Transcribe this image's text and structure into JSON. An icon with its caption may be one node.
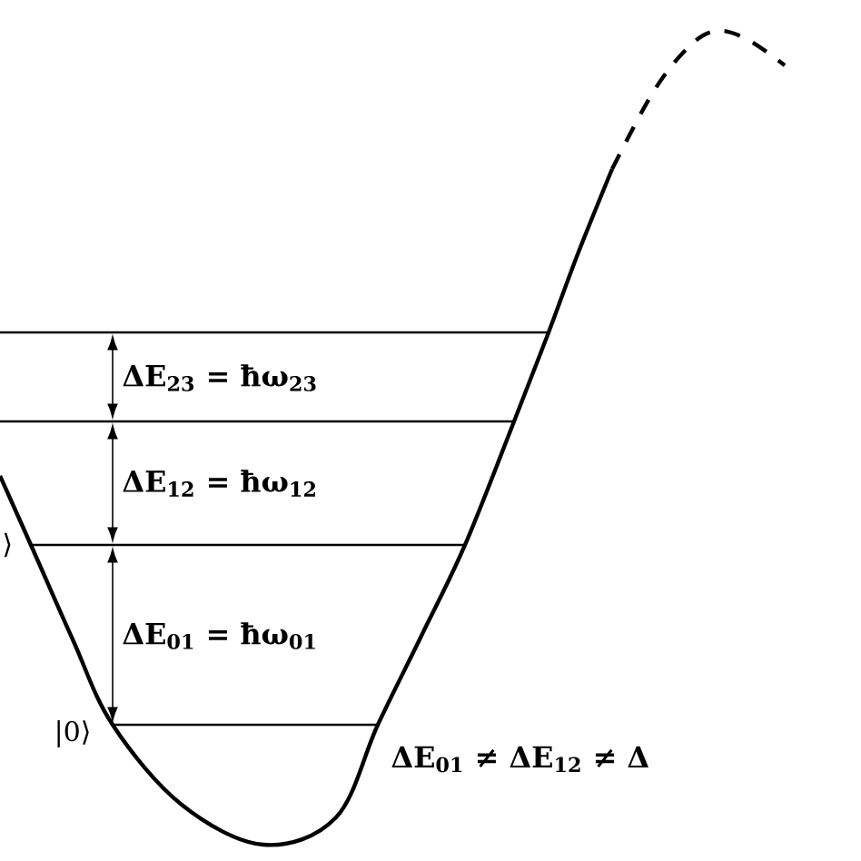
{
  "diagram": {
    "nodes": [
      {
        "text": [],
        "shape": "bar"
      },
      {
        "text": [],
        "shape": "bar"
      },
      {
        "text": [],
        "shape": "bar",
        "beside": [
          "⟩"
        ]
      },
      {
        "text": [],
        "shape": "bar",
        "beside": [
          "|0⟩"
        ]
      }
    ],
    "edges": [
      {
        "from": 0,
        "to": 1,
        "arrow": "both",
        "label": "ΔE$_{23}$ = ħω$_{23}$"
      },
      {
        "from": 1,
        "to": 2,
        "arrow": "both",
        "label": "ΔE$_{12}$ = ħω$_{12}$"
      },
      {
        "from": 2,
        "to": 3,
        "arrow": "both",
        "label": "ΔE$_{01}$ = ħω$_{01}$"
      }
    ],
    "labels": [
      "ΔE$_{01}$ ≠ ΔE$_{12}$ ≠ Δ"
    ]
  }
}
